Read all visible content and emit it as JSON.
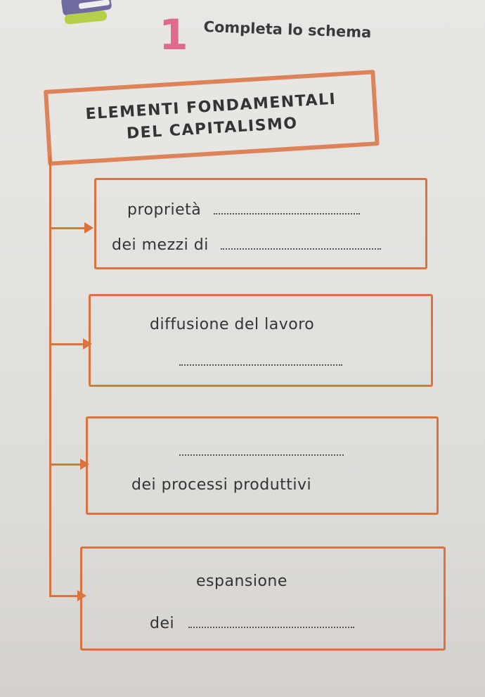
{
  "exercise": {
    "number": "1",
    "instruction": "Completa lo schema"
  },
  "main_box": {
    "line1": "ELEMENTI FONDAMENTALI",
    "line2": "DEL CAPITALISMO"
  },
  "boxes": [
    {
      "line1": "proprietà",
      "line2": "dei mezzi di"
    },
    {
      "line1": "diffusione del lavoro"
    },
    {
      "line2": "dei processi produttivi"
    },
    {
      "line1": "espansione",
      "line2": "dei"
    }
  ],
  "colors": {
    "accent": "#d9743f",
    "number": "#e06a8a",
    "text": "#343436"
  }
}
